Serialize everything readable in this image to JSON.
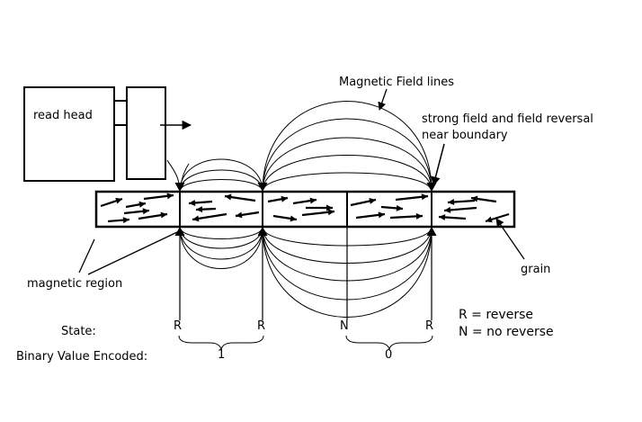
{
  "labels": {
    "read_head": "read head",
    "field_lines": "Magnetic Field lines",
    "strong_field_1": "strong field and field reversal",
    "strong_field_2": "near boundary",
    "magnetic_region": "magnetic region",
    "grain": "grain",
    "state": "State:",
    "binary": "Binary Value Encoded:"
  },
  "states": [
    "R",
    "R",
    "N",
    "R"
  ],
  "bits": [
    "1",
    "0"
  ],
  "legend": {
    "reverse": "R = reverse",
    "no_reverse": "N = no reverse"
  }
}
